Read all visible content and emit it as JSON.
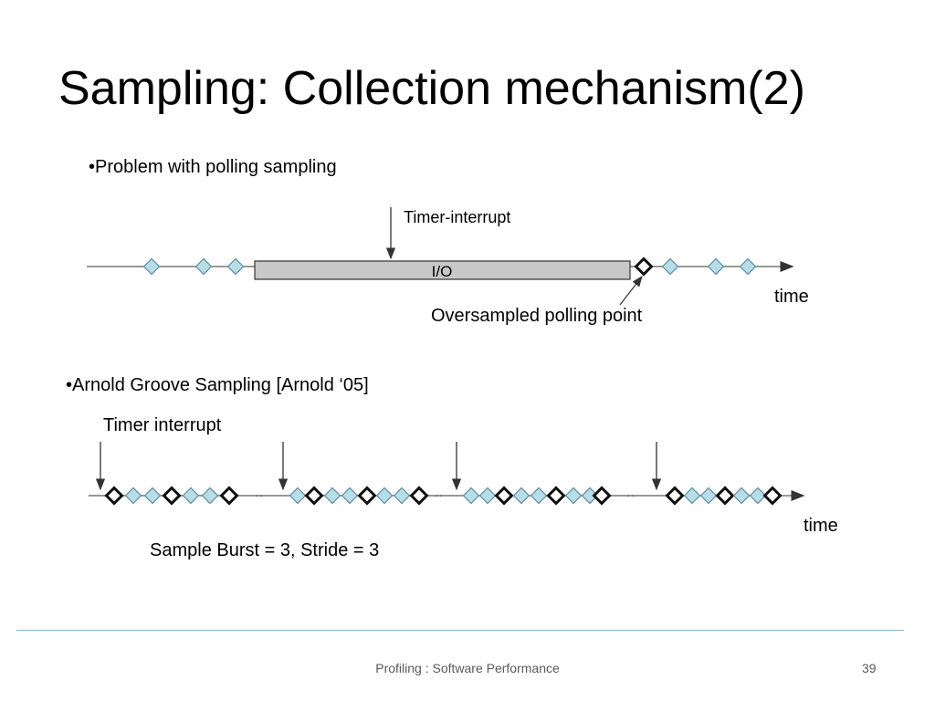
{
  "slide": {
    "title": "Sampling: Collection mechanism(2)",
    "bullets": {
      "polling": "•Problem with polling sampling",
      "arnold": "•Arnold Groove Sampling  [Arnold ‘05]"
    },
    "diagram1": {
      "timer_label": "Timer-interrupt",
      "io_label": "I/O",
      "oversampled_label": "Oversampled polling point",
      "time_label": "time"
    },
    "diagram2": {
      "timer_label": "Timer interrupt",
      "burst_label": "Sample Burst = 3, Stride = 3",
      "time_label": "time",
      "gap_marker": "··"
    },
    "footer": {
      "text": "Profiling : Software Performance",
      "page_number": "39"
    },
    "colors": {
      "sample_fill": "#b9dde6",
      "sample_stroke": "#5c8fa3",
      "emphasis_stroke": "#111111",
      "io_fill": "#c8c8c8",
      "footer_line": "#8fb1d9"
    }
  }
}
